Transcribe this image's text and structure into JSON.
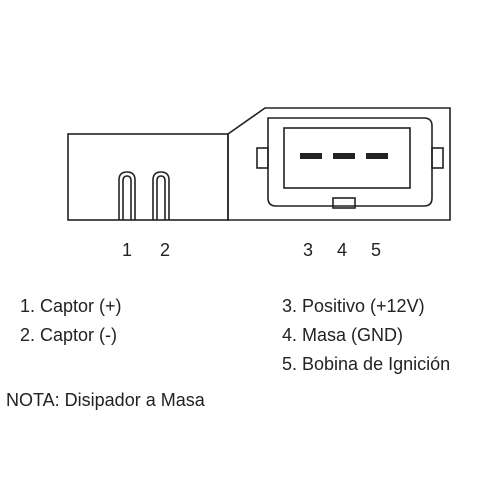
{
  "pins": [
    "1",
    "2",
    "3",
    "4",
    "5"
  ],
  "legend_left": [
    "1. Captor (+)",
    "2. Captor (-)"
  ],
  "legend_right": [
    "3. Positivo (+12V)",
    "4. Masa (GND)",
    "5. Bobina de Ignición"
  ],
  "note": "NOTA: Disipador a Masa",
  "colors": {
    "line": "#222222",
    "background": "#ffffff"
  }
}
